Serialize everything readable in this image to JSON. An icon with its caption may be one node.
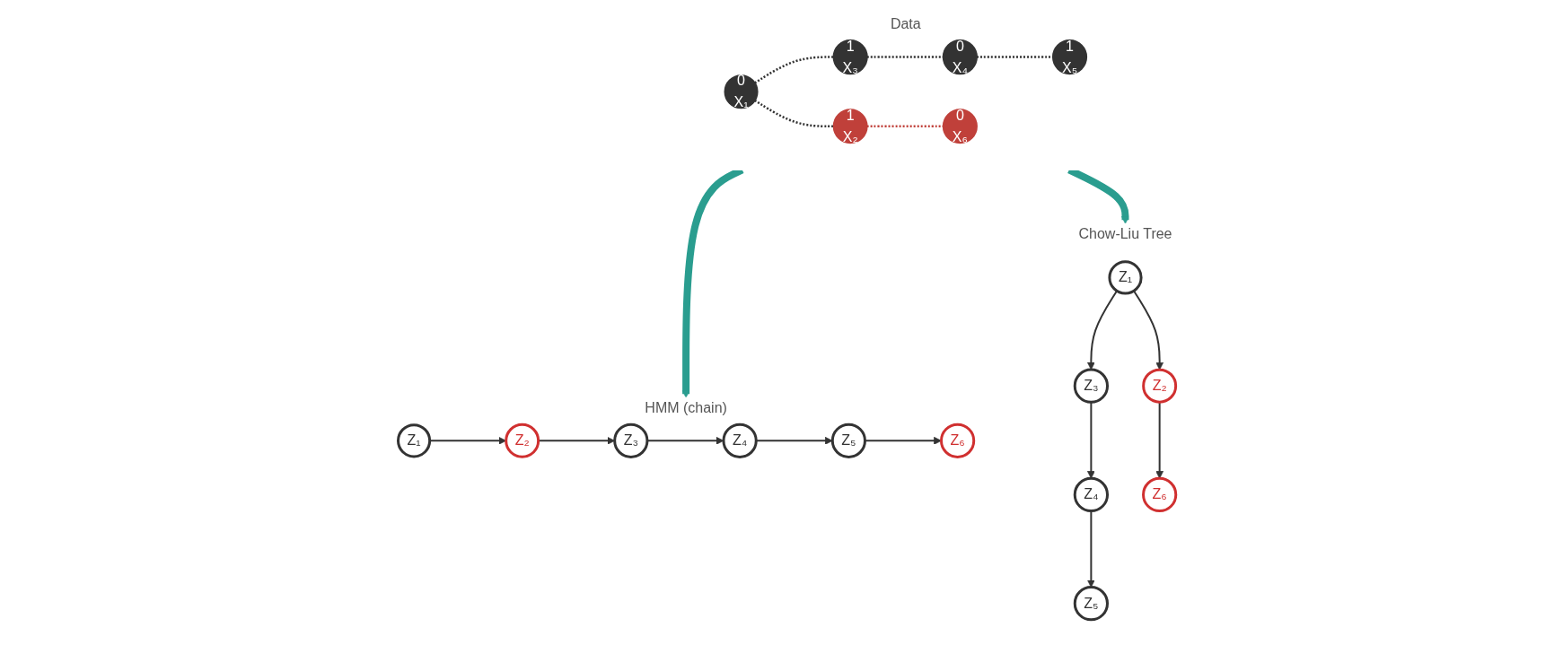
{
  "diagram": {
    "nodes": [
      {
        "text": [
          "Data"
        ]
      },
      {
        "text": [
          "0",
          "X₁"
        ],
        "in": 0
      },
      {
        "text": [
          "1",
          "X₂"
        ],
        "in": 0
      },
      {
        "text": [
          "1",
          "X₃"
        ],
        "in": 0
      },
      {
        "text": [
          "0",
          "X₄"
        ],
        "in": 0
      },
      {
        "text": [
          "1",
          "X₅"
        ],
        "in": 0
      },
      {
        "text": [
          "0",
          "X₆"
        ],
        "in": 0
      },
      {
        "text": [
          "HMM (chain)"
        ]
      },
      {
        "text": [
          "Z₁"
        ],
        "in": 7
      },
      {
        "text": [
          "Z₂"
        ],
        "in": 7
      },
      {
        "text": [
          "Z₃"
        ],
        "in": 7
      },
      {
        "text": [
          "Z₄"
        ],
        "in": 7
      },
      {
        "text": [
          "Z₅"
        ],
        "in": 7
      },
      {
        "text": [
          "Z₆"
        ],
        "in": 7
      },
      {
        "text": [
          "Chow-Liu Tree"
        ]
      },
      {
        "text": [
          "Z₁"
        ],
        "in": 14
      },
      {
        "text": [
          "Z₃"
        ],
        "in": 14
      },
      {
        "text": [
          "Z₂"
        ],
        "in": 14
      },
      {
        "text": [
          "Z₄"
        ],
        "in": 14
      },
      {
        "text": [
          "Z₆"
        ],
        "in": 14
      },
      {
        "text": [
          "Z₅"
        ],
        "in": 14
      }
    ],
    "edges": [
      {
        "from": 1,
        "to": 2,
        "arrow": "none",
        "style": "dashed"
      },
      {
        "from": 1,
        "to": 3,
        "arrow": "none",
        "style": "dashed"
      },
      {
        "from": 3,
        "to": 4,
        "arrow": "none",
        "style": "dashed"
      },
      {
        "from": 4,
        "to": 5,
        "arrow": "none",
        "style": "dashed"
      },
      {
        "from": 2,
        "to": 6,
        "arrow": "none",
        "style": "dashed",
        "color": "#c0403a"
      },
      {
        "from": 0,
        "to": 7,
        "arrow": "to",
        "style": "thick",
        "color": "#2a9d8f"
      },
      {
        "from": 0,
        "to": 14,
        "arrow": "to",
        "style": "thick",
        "color": "#2a9d8f"
      },
      {
        "from": 8,
        "to": 9,
        "arrow": "to"
      },
      {
        "from": 9,
        "to": 10,
        "arrow": "to"
      },
      {
        "from": 10,
        "to": 11,
        "arrow": "to"
      },
      {
        "from": 11,
        "to": 12,
        "arrow": "to"
      },
      {
        "from": 12,
        "to": 13,
        "arrow": "to"
      },
      {
        "from": 15,
        "to": 16,
        "arrow": "to"
      },
      {
        "from": 15,
        "to": 17,
        "arrow": "to"
      },
      {
        "from": 16,
        "to": 18,
        "arrow": "to"
      },
      {
        "from": 17,
        "to": 19,
        "arrow": "to"
      },
      {
        "from": 18,
        "to": 20,
        "arrow": "to"
      }
    ]
  }
}
